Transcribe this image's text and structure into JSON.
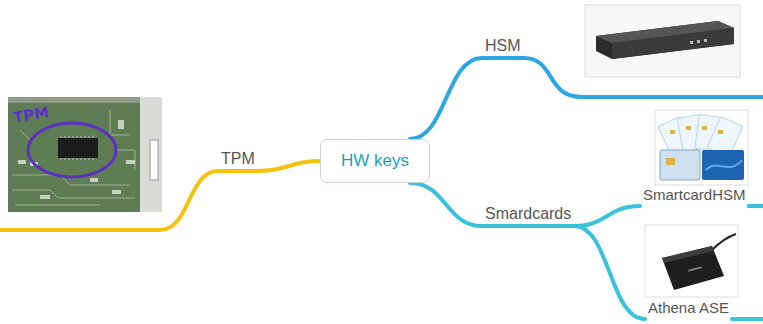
{
  "diagram": {
    "nodes": [
      {
        "text": [
          "HW keys"
        ]
      },
      {
        "text": [
          "TPM"
        ]
      },
      {
        "text": [
          "HSM"
        ]
      },
      {
        "text": [
          "Smardcards"
        ]
      },
      {
        "text": [
          "SmartcardHSM"
        ]
      },
      {
        "text": [
          "Athena ASE"
        ]
      }
    ],
    "edges": [
      {
        "from": 0,
        "to": 1,
        "arrow": "none"
      },
      {
        "from": 0,
        "to": 2,
        "arrow": "none"
      },
      {
        "from": 0,
        "to": 3,
        "arrow": "none"
      },
      {
        "from": 3,
        "to": 4,
        "arrow": "none"
      },
      {
        "from": 3,
        "to": 5,
        "arrow": "none"
      }
    ],
    "labels": [
      "TPM"
    ]
  }
}
